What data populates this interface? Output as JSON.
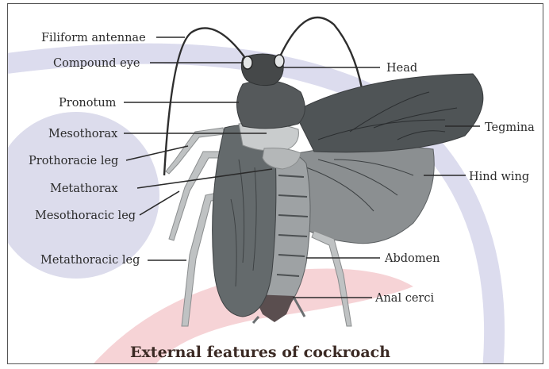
{
  "figure": {
    "caption": "External features of cockroach",
    "labels": {
      "filiform_antennae": "Filiform antennae",
      "compound_eye": "Compound eye",
      "pronotum": "Pronotum",
      "mesothorax": "Mesothorax",
      "prothoracic_leg": "Prothoracie leg",
      "metathorax": "Metathorax",
      "mesothoracic_leg": "Mesothoracic leg",
      "metathoracic_leg": "Metathoracic leg",
      "head": "Head",
      "tegmina": "Tegmina",
      "hind_wing": "Hind wing",
      "abdomen": "Abdomen",
      "anal_cerci": "Anal cerci"
    }
  },
  "colors": {
    "background_arc": "#dcdcee",
    "background_circle": "#dcdcec",
    "pink_arc": "#f6d3d6",
    "body_dark": "#4f5456",
    "body_mid": "#7c8183",
    "body_light": "#bfc2c3",
    "caption": "#3b2a24"
  }
}
